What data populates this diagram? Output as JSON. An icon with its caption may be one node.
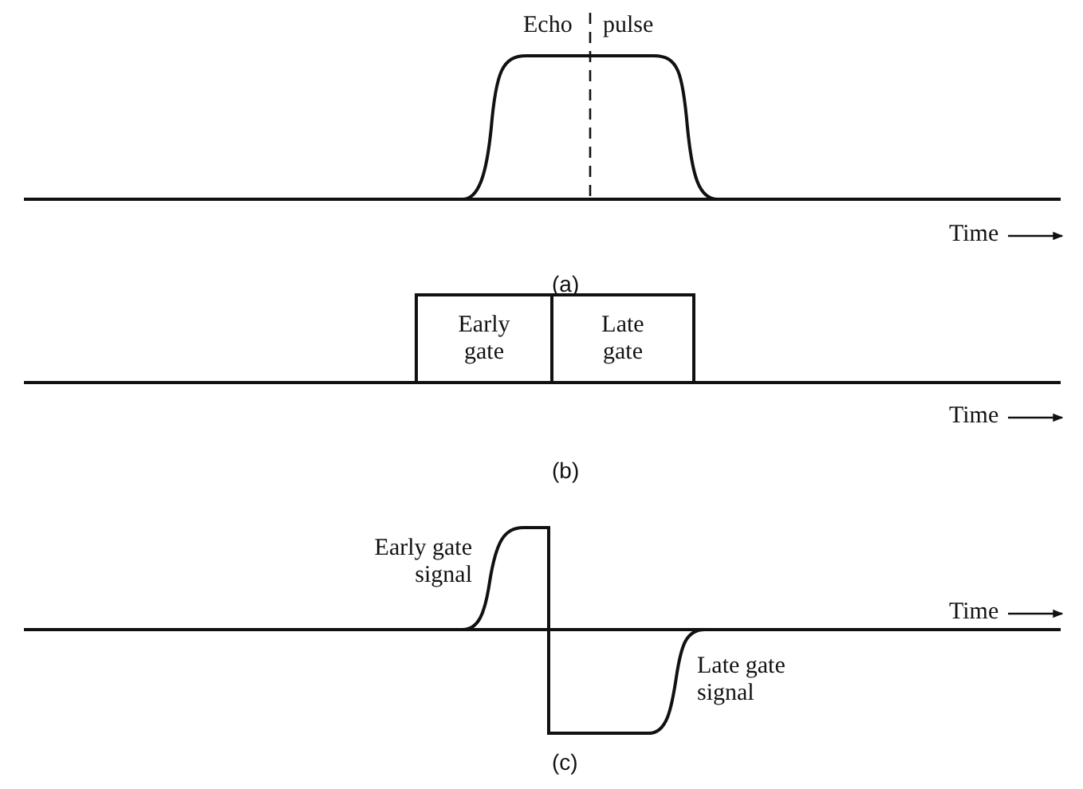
{
  "diagram": {
    "nodes": [
      {
        "text": [
          "Early gate"
        ]
      },
      {
        "text": [
          "Late gate"
        ]
      }
    ],
    "labels": [
      "Echo",
      "pulse",
      "Time",
      "(a)",
      "Time",
      "(b)",
      "Early gate signal",
      "Time",
      "Late gate signal",
      "(c)"
    ]
  }
}
